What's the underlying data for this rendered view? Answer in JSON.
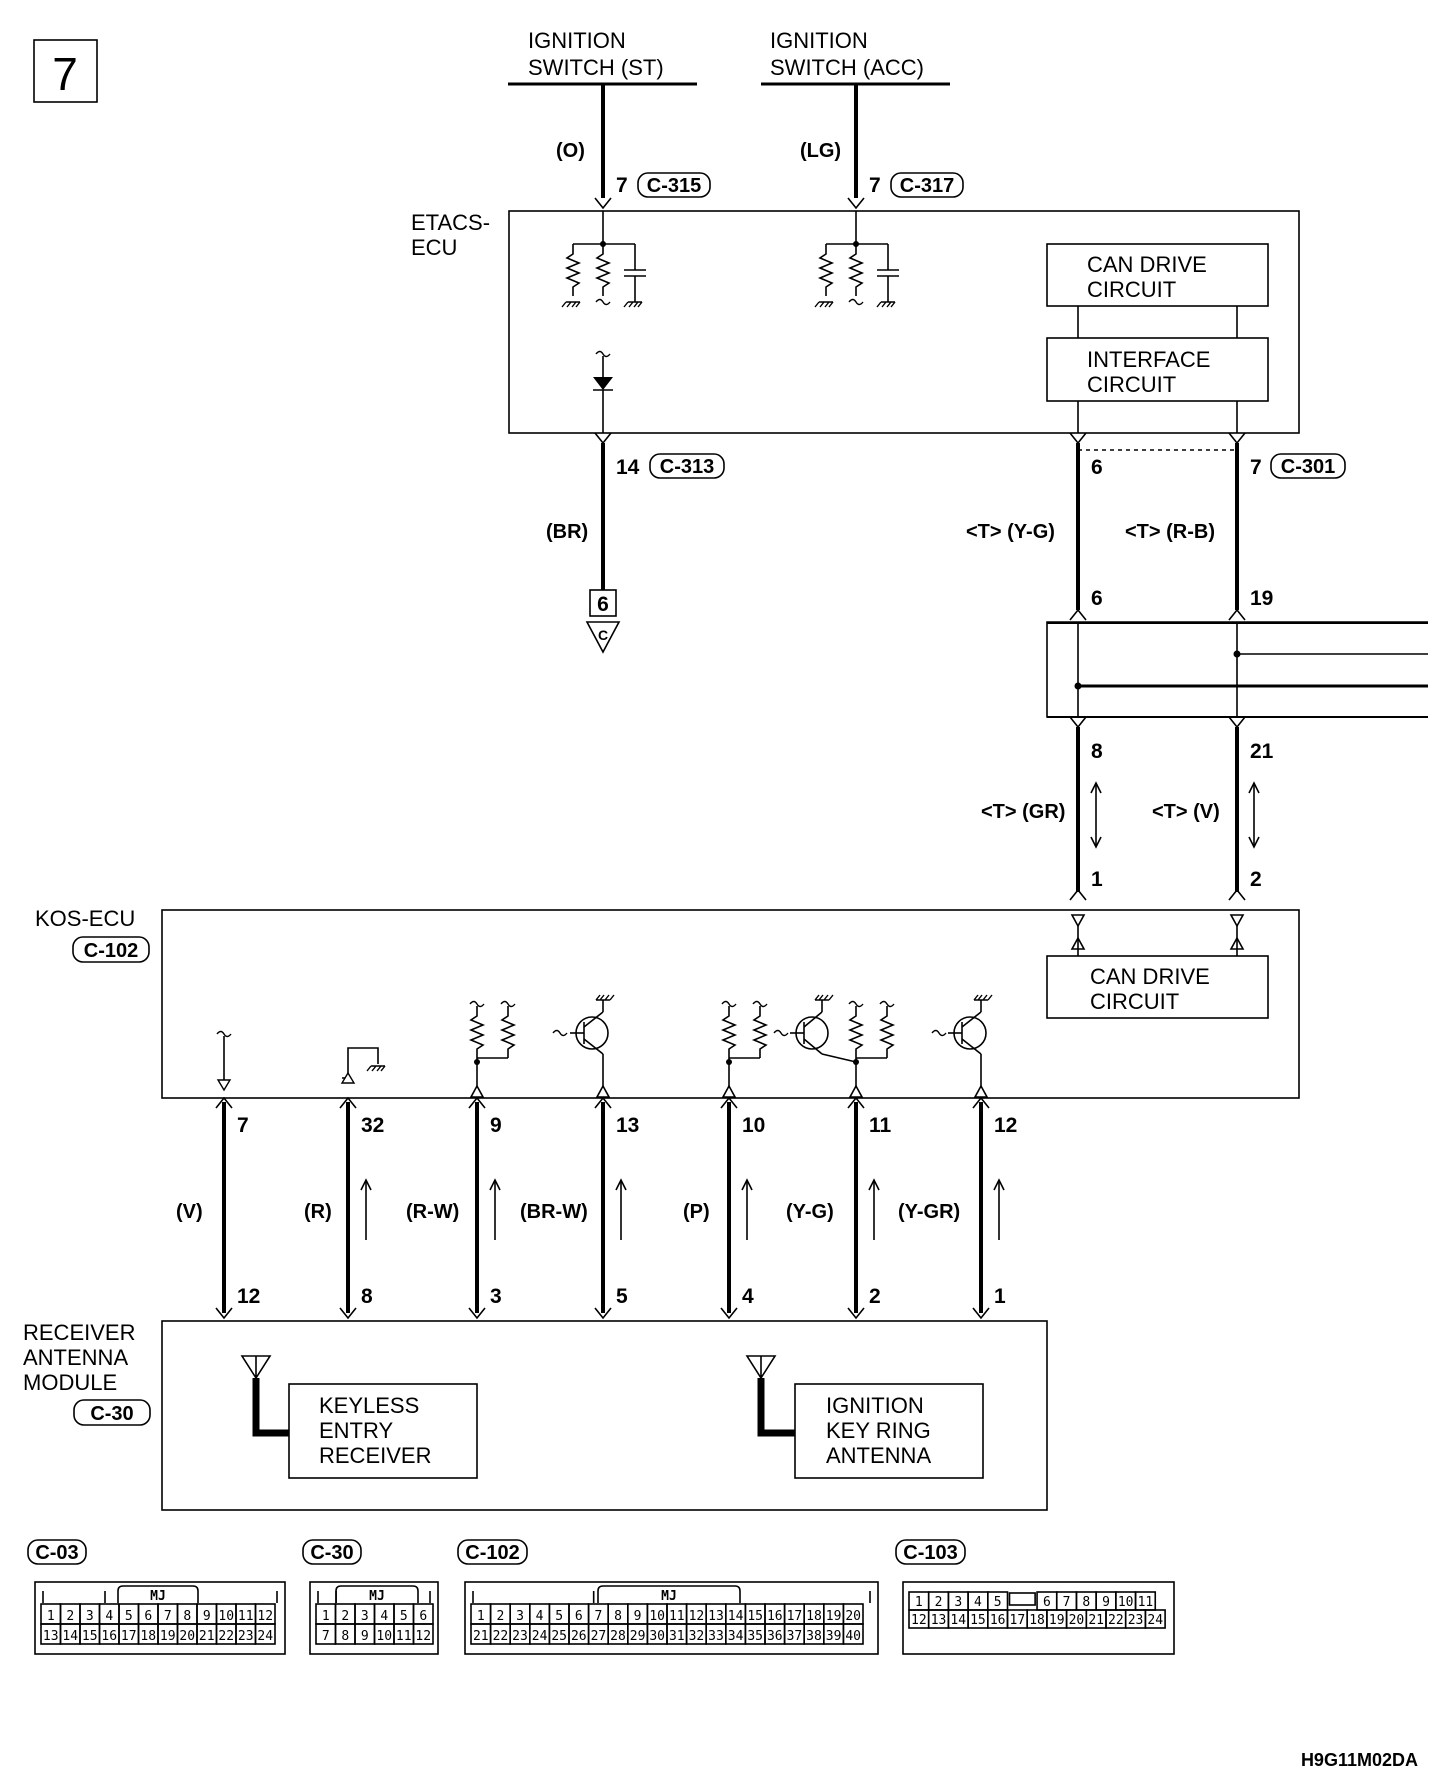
{
  "page_number": "7",
  "figure_code": "H9G11M02DA",
  "components": {
    "ign_st": [
      "IGNITION",
      "SWITCH (ST)"
    ],
    "ign_acc": [
      "IGNITION",
      "SWITCH (ACC)"
    ],
    "etacs": [
      "ETACS-",
      "ECU"
    ],
    "etacs_can": [
      "CAN DRIVE",
      "CIRCUIT"
    ],
    "etacs_if": [
      "INTERFACE",
      "CIRCUIT"
    ],
    "kos": "KOS-ECU",
    "kos_conn": "C-102",
    "kos_can": [
      "CAN DRIVE",
      "CIRCUIT"
    ],
    "ram": [
      "RECEIVER",
      "ANTENNA",
      "MODULE"
    ],
    "ram_conn": "C-30",
    "keyless": [
      "KEYLESS",
      "ENTRY",
      "RECEIVER"
    ],
    "ign_ant": [
      "IGNITION",
      "KEY RING",
      "ANTENNA"
    ]
  },
  "etacs_top": {
    "st": {
      "color": "(O)",
      "pin": "7",
      "conn": "C-315"
    },
    "acc": {
      "color": "(LG)",
      "pin": "7",
      "conn": "C-317"
    }
  },
  "etacs_bottom": {
    "ground": {
      "pin": "14",
      "conn": "C-313",
      "color": "(BR)",
      "ref_num": "6",
      "ref_letter": "C"
    },
    "can_l": {
      "pin": "6",
      "color": "<T> (Y-G)"
    },
    "can_h": {
      "pin": "7",
      "conn": "C-301",
      "color": "<T> (R-B)"
    }
  },
  "joint": {
    "left_in": "6",
    "right_in": "19",
    "left_out": "8",
    "right_out": "21",
    "left_color": "<T> (GR)",
    "right_color": "<T> (V)",
    "kos_left_pin": "1",
    "kos_right_pin": "2"
  },
  "kos_wires": [
    {
      "kos_pin": "7",
      "color": "(V)",
      "ram_pin": "12"
    },
    {
      "kos_pin": "32",
      "color": "(R)",
      "ram_pin": "8"
    },
    {
      "kos_pin": "9",
      "color": "(R-W)",
      "ram_pin": "3"
    },
    {
      "kos_pin": "13",
      "color": "(BR-W)",
      "ram_pin": "5"
    },
    {
      "kos_pin": "10",
      "color": "(P)",
      "ram_pin": "4"
    },
    {
      "kos_pin": "11",
      "color": "(Y-G)",
      "ram_pin": "2"
    },
    {
      "kos_pin": "12",
      "color": "(Y-GR)",
      "ram_pin": "1"
    }
  ],
  "connector_views": [
    {
      "name": "C-03",
      "tag": "MJ",
      "row1": [
        "1",
        "2",
        "3",
        "4",
        "5",
        "6",
        "7",
        "8",
        "9",
        "10",
        "11",
        "12"
      ],
      "row2": [
        "13",
        "14",
        "15",
        "16",
        "17",
        "18",
        "19",
        "20",
        "21",
        "22",
        "23",
        "24"
      ]
    },
    {
      "name": "C-30",
      "tag": "MJ",
      "row1": [
        "1",
        "2",
        "3",
        "4",
        "5",
        "6"
      ],
      "row2": [
        "7",
        "8",
        "9",
        "10",
        "11",
        "12"
      ]
    },
    {
      "name": "C-102",
      "tag": "MJ",
      "row1": [
        "1",
        "2",
        "3",
        "4",
        "5",
        "6",
        "7",
        "8",
        "9",
        "10",
        "11",
        "12",
        "13",
        "14",
        "15",
        "16",
        "17",
        "18",
        "19",
        "20"
      ],
      "row2": [
        "21",
        "22",
        "23",
        "24",
        "25",
        "26",
        "27",
        "28",
        "29",
        "30",
        "31",
        "32",
        "33",
        "34",
        "35",
        "36",
        "37",
        "38",
        "39",
        "40"
      ]
    },
    {
      "name": "C-103",
      "tag": "",
      "row1": [
        "1",
        "2",
        "3",
        "4",
        "5",
        "",
        "6",
        "7",
        "8",
        "9",
        "10",
        "11"
      ],
      "row2": [
        "12",
        "13",
        "14",
        "15",
        "16",
        "17",
        "18",
        "19",
        "20",
        "21",
        "22",
        "23",
        "24"
      ]
    }
  ]
}
